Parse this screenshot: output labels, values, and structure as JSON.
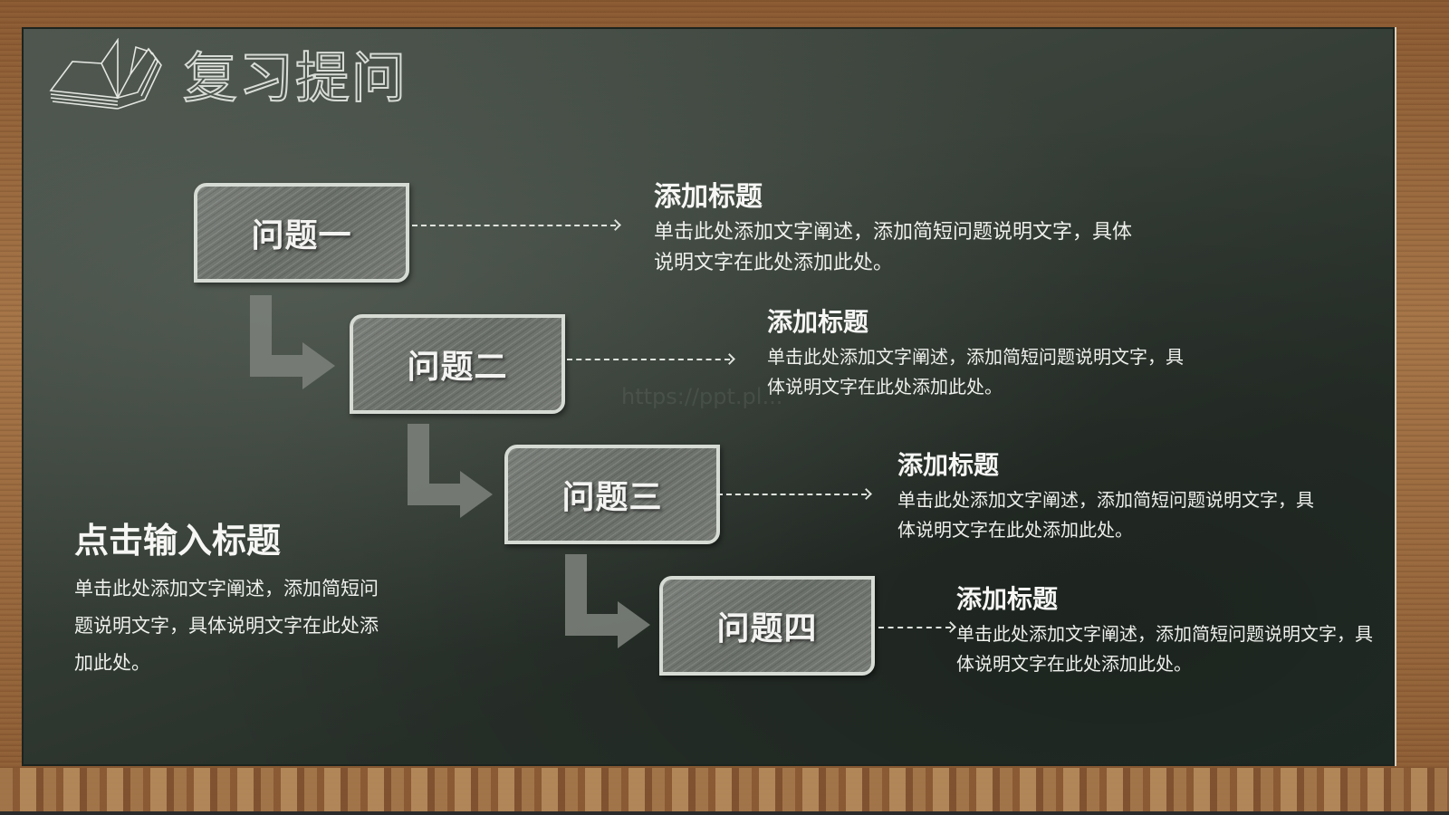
{
  "slide": {
    "title": "复习提问",
    "title_icon": "open-book-icon",
    "colors": {
      "board": "#333b35",
      "frame": "#9a6a3f",
      "chalk": "#e6e9e3",
      "box": "#72766f"
    },
    "watermark": "https://ppt.pl..."
  },
  "steps": [
    {
      "label": "问题一",
      "heading": "添加标题",
      "body": "单击此处添加文字阐述，添加简短问题说明文字，具体说明文字在此处添加此处。"
    },
    {
      "label": "问题二",
      "heading": "添加标题",
      "body": "单击此处添加文字阐述，添加简短问题说明文字，具体说明文字在此处添加此处。"
    },
    {
      "label": "问题三",
      "heading": "添加标题",
      "body": "单击此处添加文字阐述，添加简短问题说明文字，具体说明文字在此处添加此处。"
    },
    {
      "label": "问题四",
      "heading": "添加标题",
      "body": "单击此处添加文字阐述，添加简短问题说明文字，具体说明文字在此处添加此处。"
    }
  ],
  "side": {
    "heading": "点击输入标题",
    "body": "单击此处添加文字阐述，添加简短问题说明文字，具体说明文字在此处添加此处。"
  }
}
